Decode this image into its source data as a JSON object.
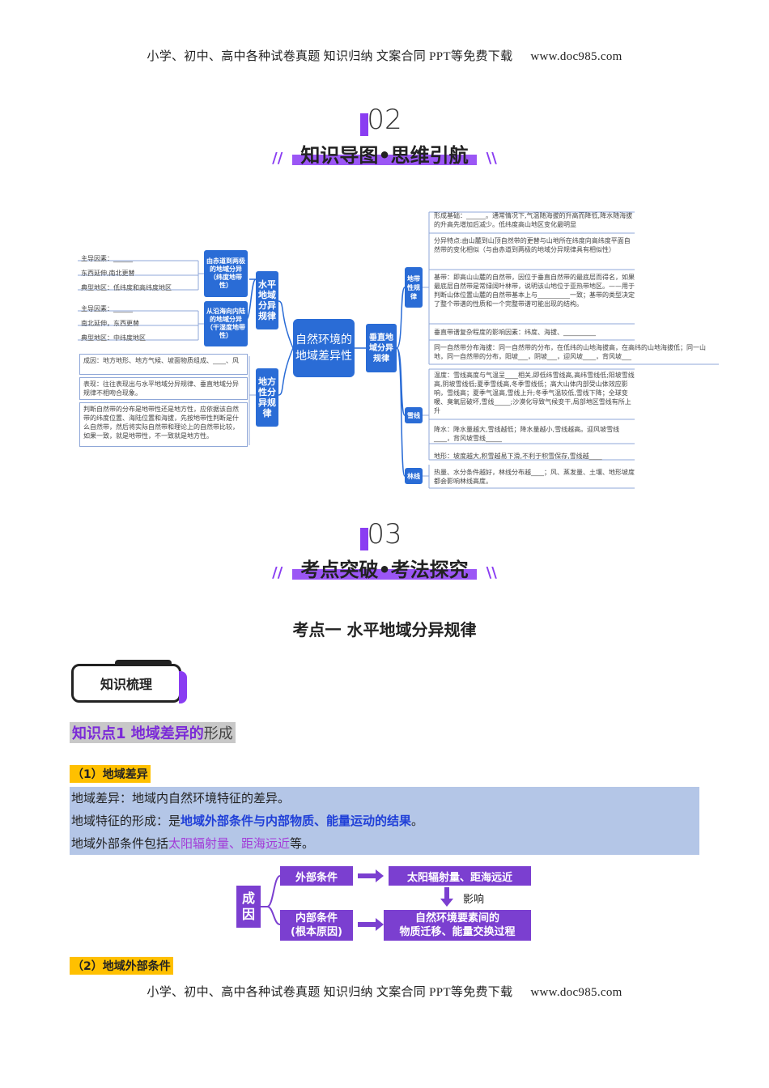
{
  "header": {
    "left": "小学、初中、高中各种试卷真题  知识归纳  文案合同  PPT等免费下载",
    "right": "www.doc985.com"
  },
  "footer": {
    "left": "小学、初中、高中各种试卷真题  知识归纳  文案合同  PPT等免费下载",
    "right": "www.doc985.com"
  },
  "section2": {
    "number": "02",
    "title": "知识导图•思维引航"
  },
  "section3": {
    "number": "03",
    "title": "考点突破•考法探究"
  },
  "mindmap": {
    "center": "自然环境的地域差异性",
    "left_branches": {
      "horizontal": "水平地域分异规律",
      "local": "地方性分异规律",
      "lat": "由赤道到两极的地域分异（纬度地带性）",
      "lon": "从沿海向内陆的地域分异（干湿度地带性）",
      "lat_items": [
        "主导因素：______",
        "东西延伸,南北更替",
        "典型地区：低纬度和高纬度地区"
      ],
      "lon_items": [
        "主导因素：______",
        "南北延伸，东西更替",
        "典型地区：中纬度地区"
      ],
      "local_items": [
        "成因：地方地形、地方气候、坡面物质组成、____、风",
        "表现：往往表现出与水平地域分异规律、垂直地域分异规律不相吻合现象。",
        "判断自然带的分布是地带性还是地方性，应依据该自然带的纬度位置、海陆位置和海拔，先按地带性判断是什么自然带，然后将实际自然带和理论上的自然带比较，如果一致，就是地带性，不一致就是地方性。"
      ]
    },
    "right_branches": {
      "vertical": "垂直地域分异规律",
      "zone": "地带性规律",
      "snow": "雪线",
      "tree": "林线",
      "zone_items": [
        "形成基础：______。通常情况下,气温随海拔的升高而降低,降水随海拔的升高先增加后减少。低纬度高山地区变化最明显",
        "分异特点:由山麓到山顶自然带的更替与山地所在纬度向高纬度平面自然带的变化相似（与由赤道到两极的地域分异规律具有相似性）",
        "基带：即高山山麓的自然带，因位于垂直自然带的最底层而得名，如果最底层自然带是常绿阔叶林带，说明该山地位于亚热带地区。——用于判断山体位置山麓的自然带基本上与__________一致；基带的类型决定了整个带谱的性质和一个完整带谱可能出现的结构。",
        "垂直带谱复杂程度的影响因素：纬度、海拔、__________",
        "同一自然带分布海拔：同一自然带的分布，在低纬的山地海拔高，在高纬的山地海拔低；同一山地，同一自然带的分布，阳坡___，阴坡___，迎风坡____，背风坡___"
      ],
      "snow_items": [
        "温度：雪线高度与气温呈____相关,即低纬雪线高,高纬雪线低;阳坡雪线高,阴坡雪线低;夏季雪线高,冬季雪线低；高大山体内部受山体效应影响，雪线高；夏季气温高,雪线上升;冬季气温较低,雪线下降；全球变暖、臭氧层破坏,雪线_____;沙漠化导致气候变干,局部地区雪线有所上升",
        "降水：降水量越大,雪线越低；降水量越小,雪线越高。迎风坡雪线____，背风坡雪线_____",
        "地形：坡度越大,积雪越易下滑,不利于积雪保存,雪线越____"
      ],
      "tree_items": [
        "热量、水分条件越好，林线分布越____；风、蒸发量、土壤、地形坡度都会影响林线高度。"
      ]
    }
  },
  "kaodian": {
    "title": "考点一  水平地域分异规律",
    "tag": "知识梳理"
  },
  "kp1": {
    "title_a": "知识点1 地域差异的",
    "title_b": "形成"
  },
  "sub1": "（1）地域差异",
  "sub2": "（2）地域外部条件",
  "para": {
    "l1": "地域差异：地域内自然环境特征的差异。",
    "l2a": "地域特征的形成：是",
    "l2b": "地域外部条件与内部物质、能量运动的结果",
    "l2c": "。",
    "l3a": "地域外部条件包括",
    "l3b": "太阳辐射量、距海远近",
    "l3c": "等。"
  },
  "diagram": {
    "cause": "成因",
    "external": "外部条件",
    "external_result": "太阳辐射量、距海远近",
    "influence": "影响",
    "internal": "内部条件\n(根本原因)",
    "internal_result": "自然环境要素间的\n物质迁移、能量交换过程"
  },
  "colors": {
    "accent": "#8a3df2",
    "mindmap_blue": "#2a6cd6",
    "highlight": "#b4c6e7",
    "subtitle_bg": "#ffc000"
  }
}
